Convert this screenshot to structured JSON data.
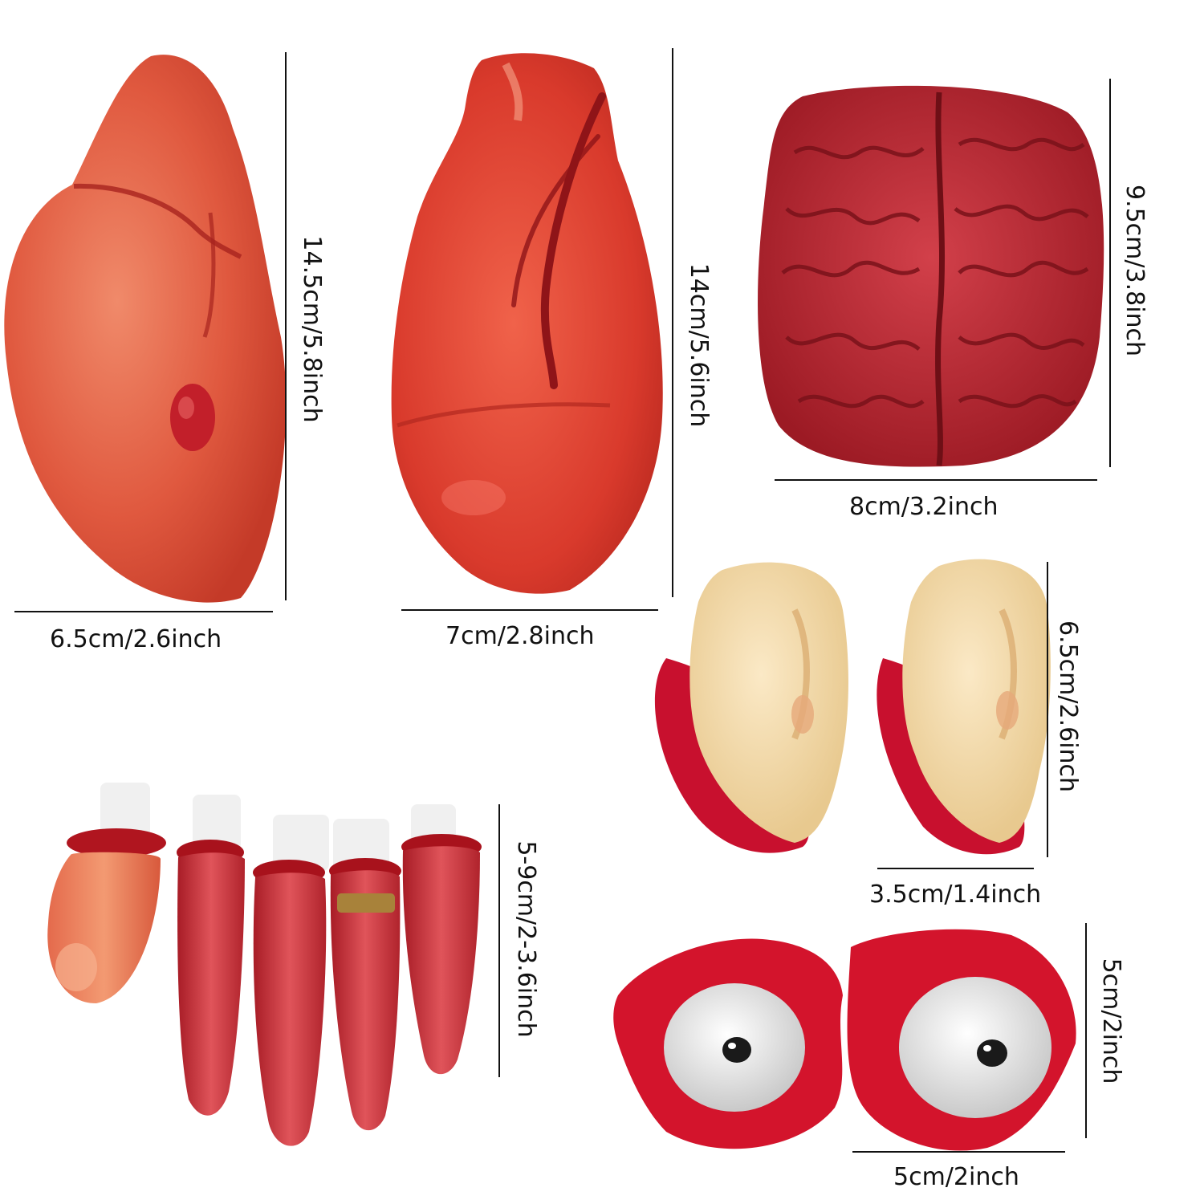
{
  "colors": {
    "blood": "#c8102e",
    "flesh": "#e2553f",
    "skin_pale": "#f3dcae",
    "bone": "#f2f2f2",
    "brain": "#b3202c"
  },
  "items": [
    {
      "name": "liver",
      "width_label": "6.5cm/2.6inch",
      "height_label": "14.5cm/5.8inch"
    },
    {
      "name": "heart",
      "width_label": "7cm/2.8inch",
      "height_label": "14cm/5.6inch"
    },
    {
      "name": "brain",
      "width_label": "8cm/3.2inch",
      "height_label": "9.5cm/3.8inch"
    },
    {
      "name": "ears",
      "width_label": "3.5cm/1.4inch",
      "height_label": "6.5cm/2.6inch"
    },
    {
      "name": "fingers",
      "height_label": "5-9cm/2-3.6inch"
    },
    {
      "name": "eyeballs",
      "width_label": "5cm/2inch",
      "height_label": "5cm/2inch"
    }
  ]
}
